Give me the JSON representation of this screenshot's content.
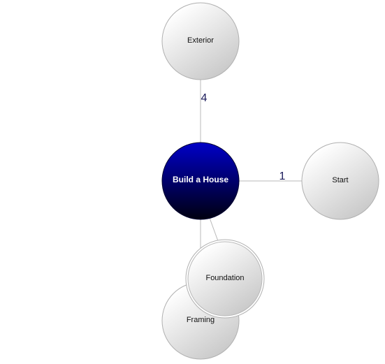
{
  "diagram": {
    "center": {
      "label": "Build a House",
      "color_top": "#0000c8",
      "color_bottom": "#000010"
    },
    "nodes": [
      {
        "id": "exterior",
        "label": "Exterior"
      },
      {
        "id": "start",
        "label": "Start"
      },
      {
        "id": "framing",
        "label": "Framing"
      },
      {
        "id": "foundation",
        "label": "Foundation"
      }
    ],
    "edges": [
      {
        "to": "exterior",
        "label": "4"
      },
      {
        "to": "start",
        "label": "1"
      },
      {
        "to": "framing",
        "label": ""
      },
      {
        "to": "foundation",
        "label": ""
      }
    ],
    "colors": {
      "node_light": "#ffffff",
      "node_dark": "#c8c8c8",
      "node_border": "#b0b0b0",
      "edge": "#b8b8b8"
    }
  }
}
